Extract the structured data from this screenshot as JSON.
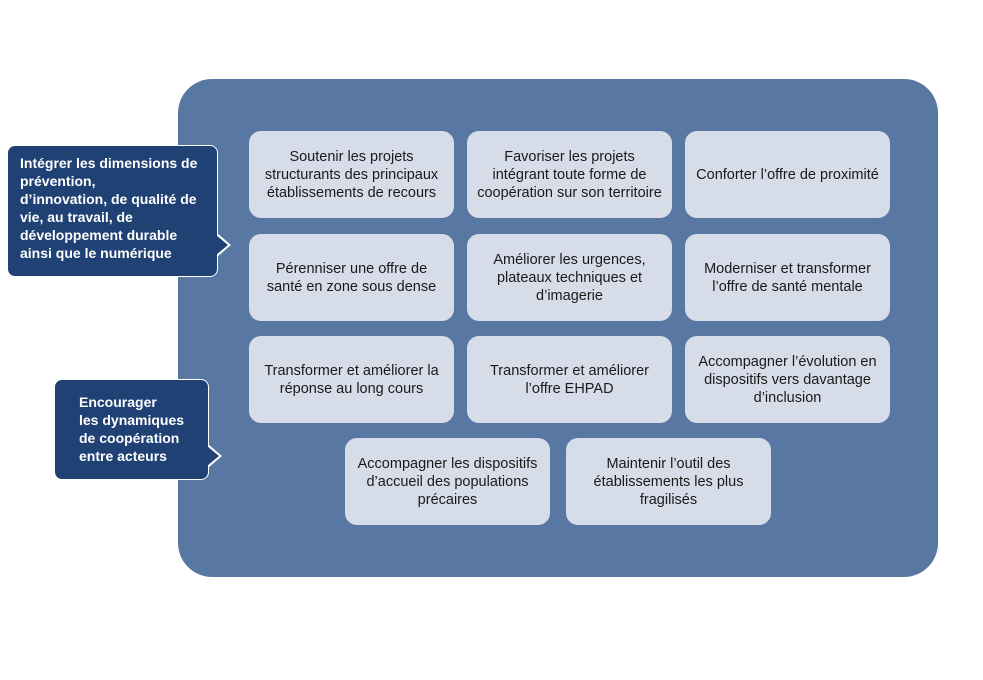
{
  "colors": {
    "panel": "#5877a2",
    "box": "#d6dde9",
    "callout": "#1f4173"
  },
  "callouts": [
    "Intégrer les dimensions de prévention,\nd’innovation, de qualité de vie, au travail, de développement durable ainsi que le numérique",
    "Encourager\nles dynamiques de coopération entre acteurs"
  ],
  "boxes": [
    "Soutenir les projets structurants des principaux établissements de recours",
    "Favoriser les projets intégrant toute forme de coopération sur son territoire",
    "Conforter l’offre de proximité",
    "Pérenniser une offre de santé en zone sous dense",
    "Améliorer les urgences, plateaux techniques et d’imagerie",
    "Moderniser et transformer l’offre de santé mentale",
    "Transformer et améliorer la réponse au long cours",
    "Transformer et améliorer l’offre EHPAD",
    "Accompagner l’évolution en dispositifs vers davantage d’inclusion",
    "Accompagner les dispositifs d’accueil des populations précaires",
    "Maintenir l’outil des établissements les plus fragilisés"
  ]
}
